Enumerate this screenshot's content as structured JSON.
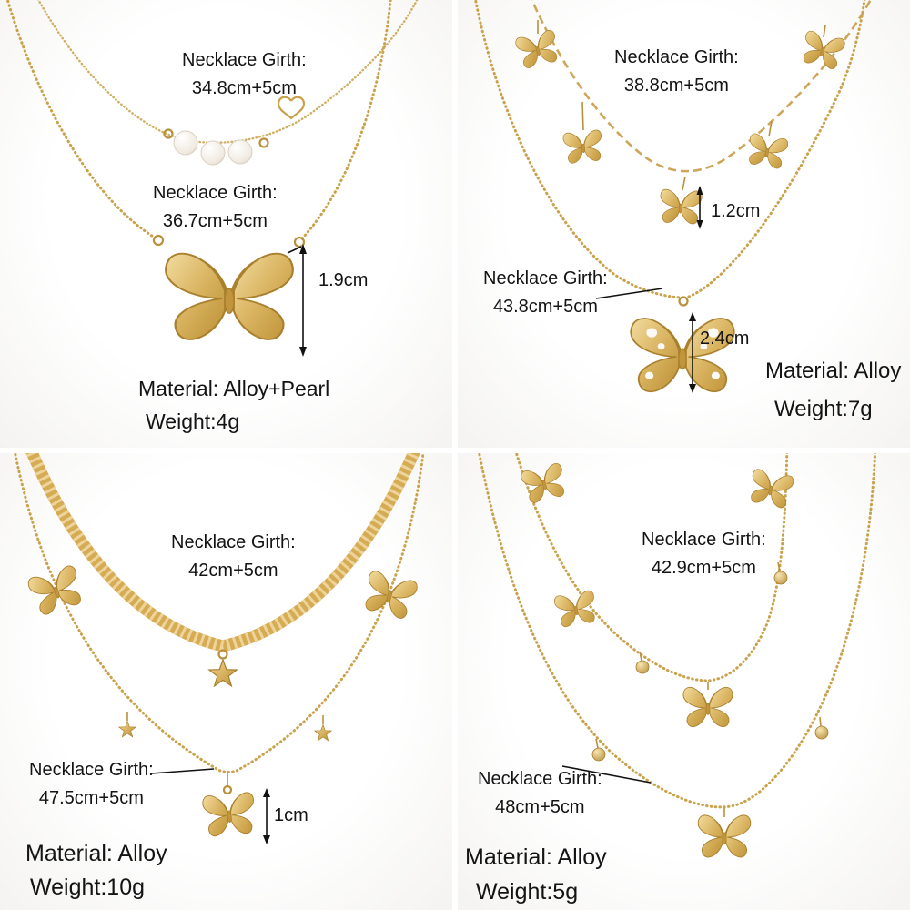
{
  "quadrants": {
    "top_left": {
      "girth1_label": "Necklace Girth:",
      "girth1_value": "34.8cm+5cm",
      "girth2_label": "Necklace Girth:",
      "girth2_value": "36.7cm+5cm",
      "pendant_measure": "1.9cm",
      "material": "Material: Alloy+Pearl",
      "weight": "Weight:4g"
    },
    "top_right": {
      "girth1_label": "Necklace Girth:",
      "girth1_value": "38.8cm+5cm",
      "charm_measure": "1.2cm",
      "girth2_label": "Necklace Girth:",
      "girth2_value": "43.8cm+5cm",
      "pendant_measure": "2.4cm",
      "material": "Material: Alloy",
      "weight": "Weight:7g"
    },
    "bottom_left": {
      "girth1_label": "Necklace Girth:",
      "girth1_value": "42cm+5cm",
      "girth2_label": "Necklace Girth:",
      "girth2_value": "47.5cm+5cm",
      "pendant_measure": "1cm",
      "material": "Material: Alloy",
      "weight": "Weight:10g"
    },
    "bottom_right": {
      "girth1_label": "Necklace Girth:",
      "girth1_value": "42.9cm+5cm",
      "girth2_label": "Necklace Girth:",
      "girth2_value": "48cm+5cm",
      "material": "Material: Alloy",
      "weight": "Weight:5g"
    }
  },
  "colors": {
    "gold": "#d2a74e",
    "gold_light": "#f2dc9f",
    "gold_dark": "#a9802e",
    "pearl": "#f0eae0",
    "text": "#141414",
    "background": "#ffffff"
  }
}
